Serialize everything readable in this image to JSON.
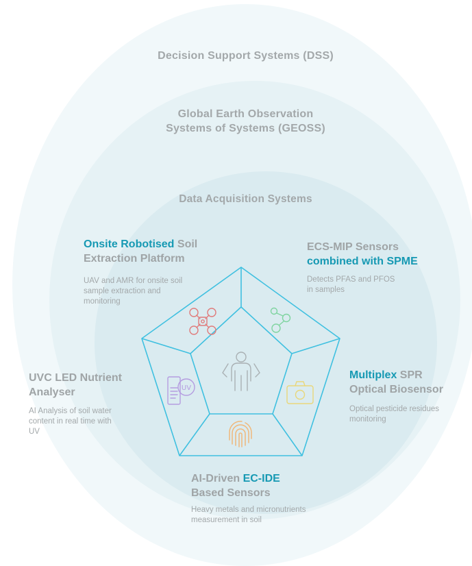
{
  "rings": {
    "dss": "Decision Support Systems (DSS)",
    "geoss_line1": "Global Earth Observation",
    "geoss_line2": "Systems of Systems (GEOSS)",
    "das": "Data Acquisition Systems"
  },
  "segments": {
    "robot": {
      "accent": "Onsite Robotised",
      "title_rest": " Soil",
      "title_line2": "Extraction Platform",
      "desc_line1": "UAV and AMR for onsite soil",
      "desc_line2": "sample extraction and",
      "desc_line3": "monitoring",
      "icon": "drone-icon",
      "icon_color": "#e07b7b"
    },
    "ecs": {
      "title_line1": "ECS-MIP Sensors",
      "accent": "combined with SPME",
      "desc_line1": "Detects PFAS and PFOS",
      "desc_line2": "in samples",
      "icon": "molecule-icon",
      "icon_color": "#7fd4a0"
    },
    "uvc": {
      "title_line1": "UVC LED Nutrient",
      "title_line2": "Analyser",
      "desc_line1": "AI Analysis of soil water",
      "desc_line2": "content in real time with",
      "desc_line3": "UV",
      "icon": "uv-analyser-icon",
      "icon_label": "UV",
      "icon_color": "#b49ce0"
    },
    "multiplex": {
      "accent": "Multiplex",
      "title_rest": " SPR",
      "title_line2": "Optical Biosensor",
      "desc_line1": "Optical pesticide residues",
      "desc_line2": "monitoring",
      "icon": "camera-icon",
      "icon_color": "#e9d77a"
    },
    "ai": {
      "title_pre": "AI-Driven ",
      "accent": "EC-IDE",
      "title_line2": "Based Sensors",
      "desc_line1": "Heavy metals and micronutrients",
      "desc_line2": "measurement in soil",
      "icon": "fingerprint-icon",
      "icon_color": "#f0b87a"
    }
  },
  "center": {
    "icon": "person-icon",
    "icon_color": "#a9b0b3"
  },
  "colors": {
    "accent": "#1699b3",
    "pentagon_stroke": "#3fc0e0",
    "muted_text": "#a3a8aa"
  }
}
